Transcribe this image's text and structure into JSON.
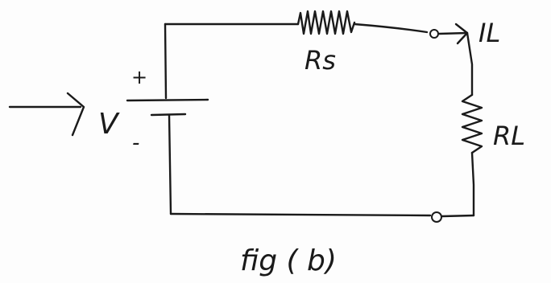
{
  "labels": {
    "rs": "Rs",
    "rl": "RL",
    "il": "IL",
    "v": "V",
    "plus": "+",
    "minus": "-"
  },
  "caption": "fig ( b)",
  "colors": {
    "ink": "#1a1a1a",
    "paper": "#fdfdfd"
  }
}
